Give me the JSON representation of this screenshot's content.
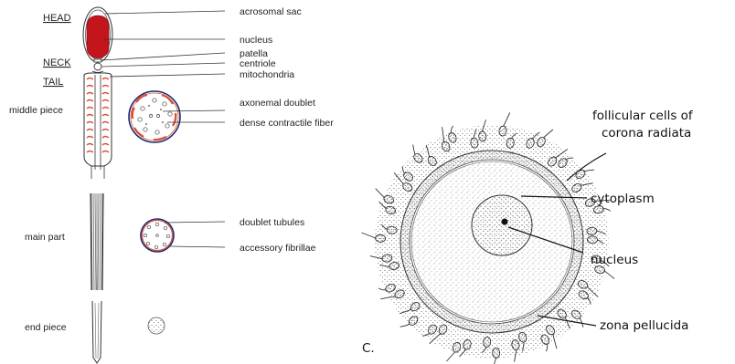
{
  "sperm_labels": {
    "head": "HEAD",
    "neck": "NECK",
    "tail": "TAIL",
    "middle_piece": "middle piece",
    "main_part": "main part",
    "end_piece": "end piece",
    "acrosomal_sac": "acrosomal sac",
    "nucleus": "nucleus",
    "patella": "patella",
    "centriole": "centriole",
    "mitochondria": "mitochondria",
    "axonemal_doublet": "axonemal doublet",
    "dense_contractile_fiber": "dense contractile fiber",
    "doublet_tubules": "doublet tubules",
    "accessory_fibrillae": "accessory fibrillae"
  },
  "oocyte_labels": {
    "follicular_1": "follicular cells of",
    "follicular_2": "corona radiata",
    "cytoplasm": "cytoplasm",
    "nucleus": "nucleus",
    "zona_pellucida": "zona pellucida",
    "panel": "C."
  },
  "colors": {
    "nucleus_red": "#c4141c",
    "mitochondria_red": "#d9533a",
    "outline_blue": "#1d2a6e"
  }
}
